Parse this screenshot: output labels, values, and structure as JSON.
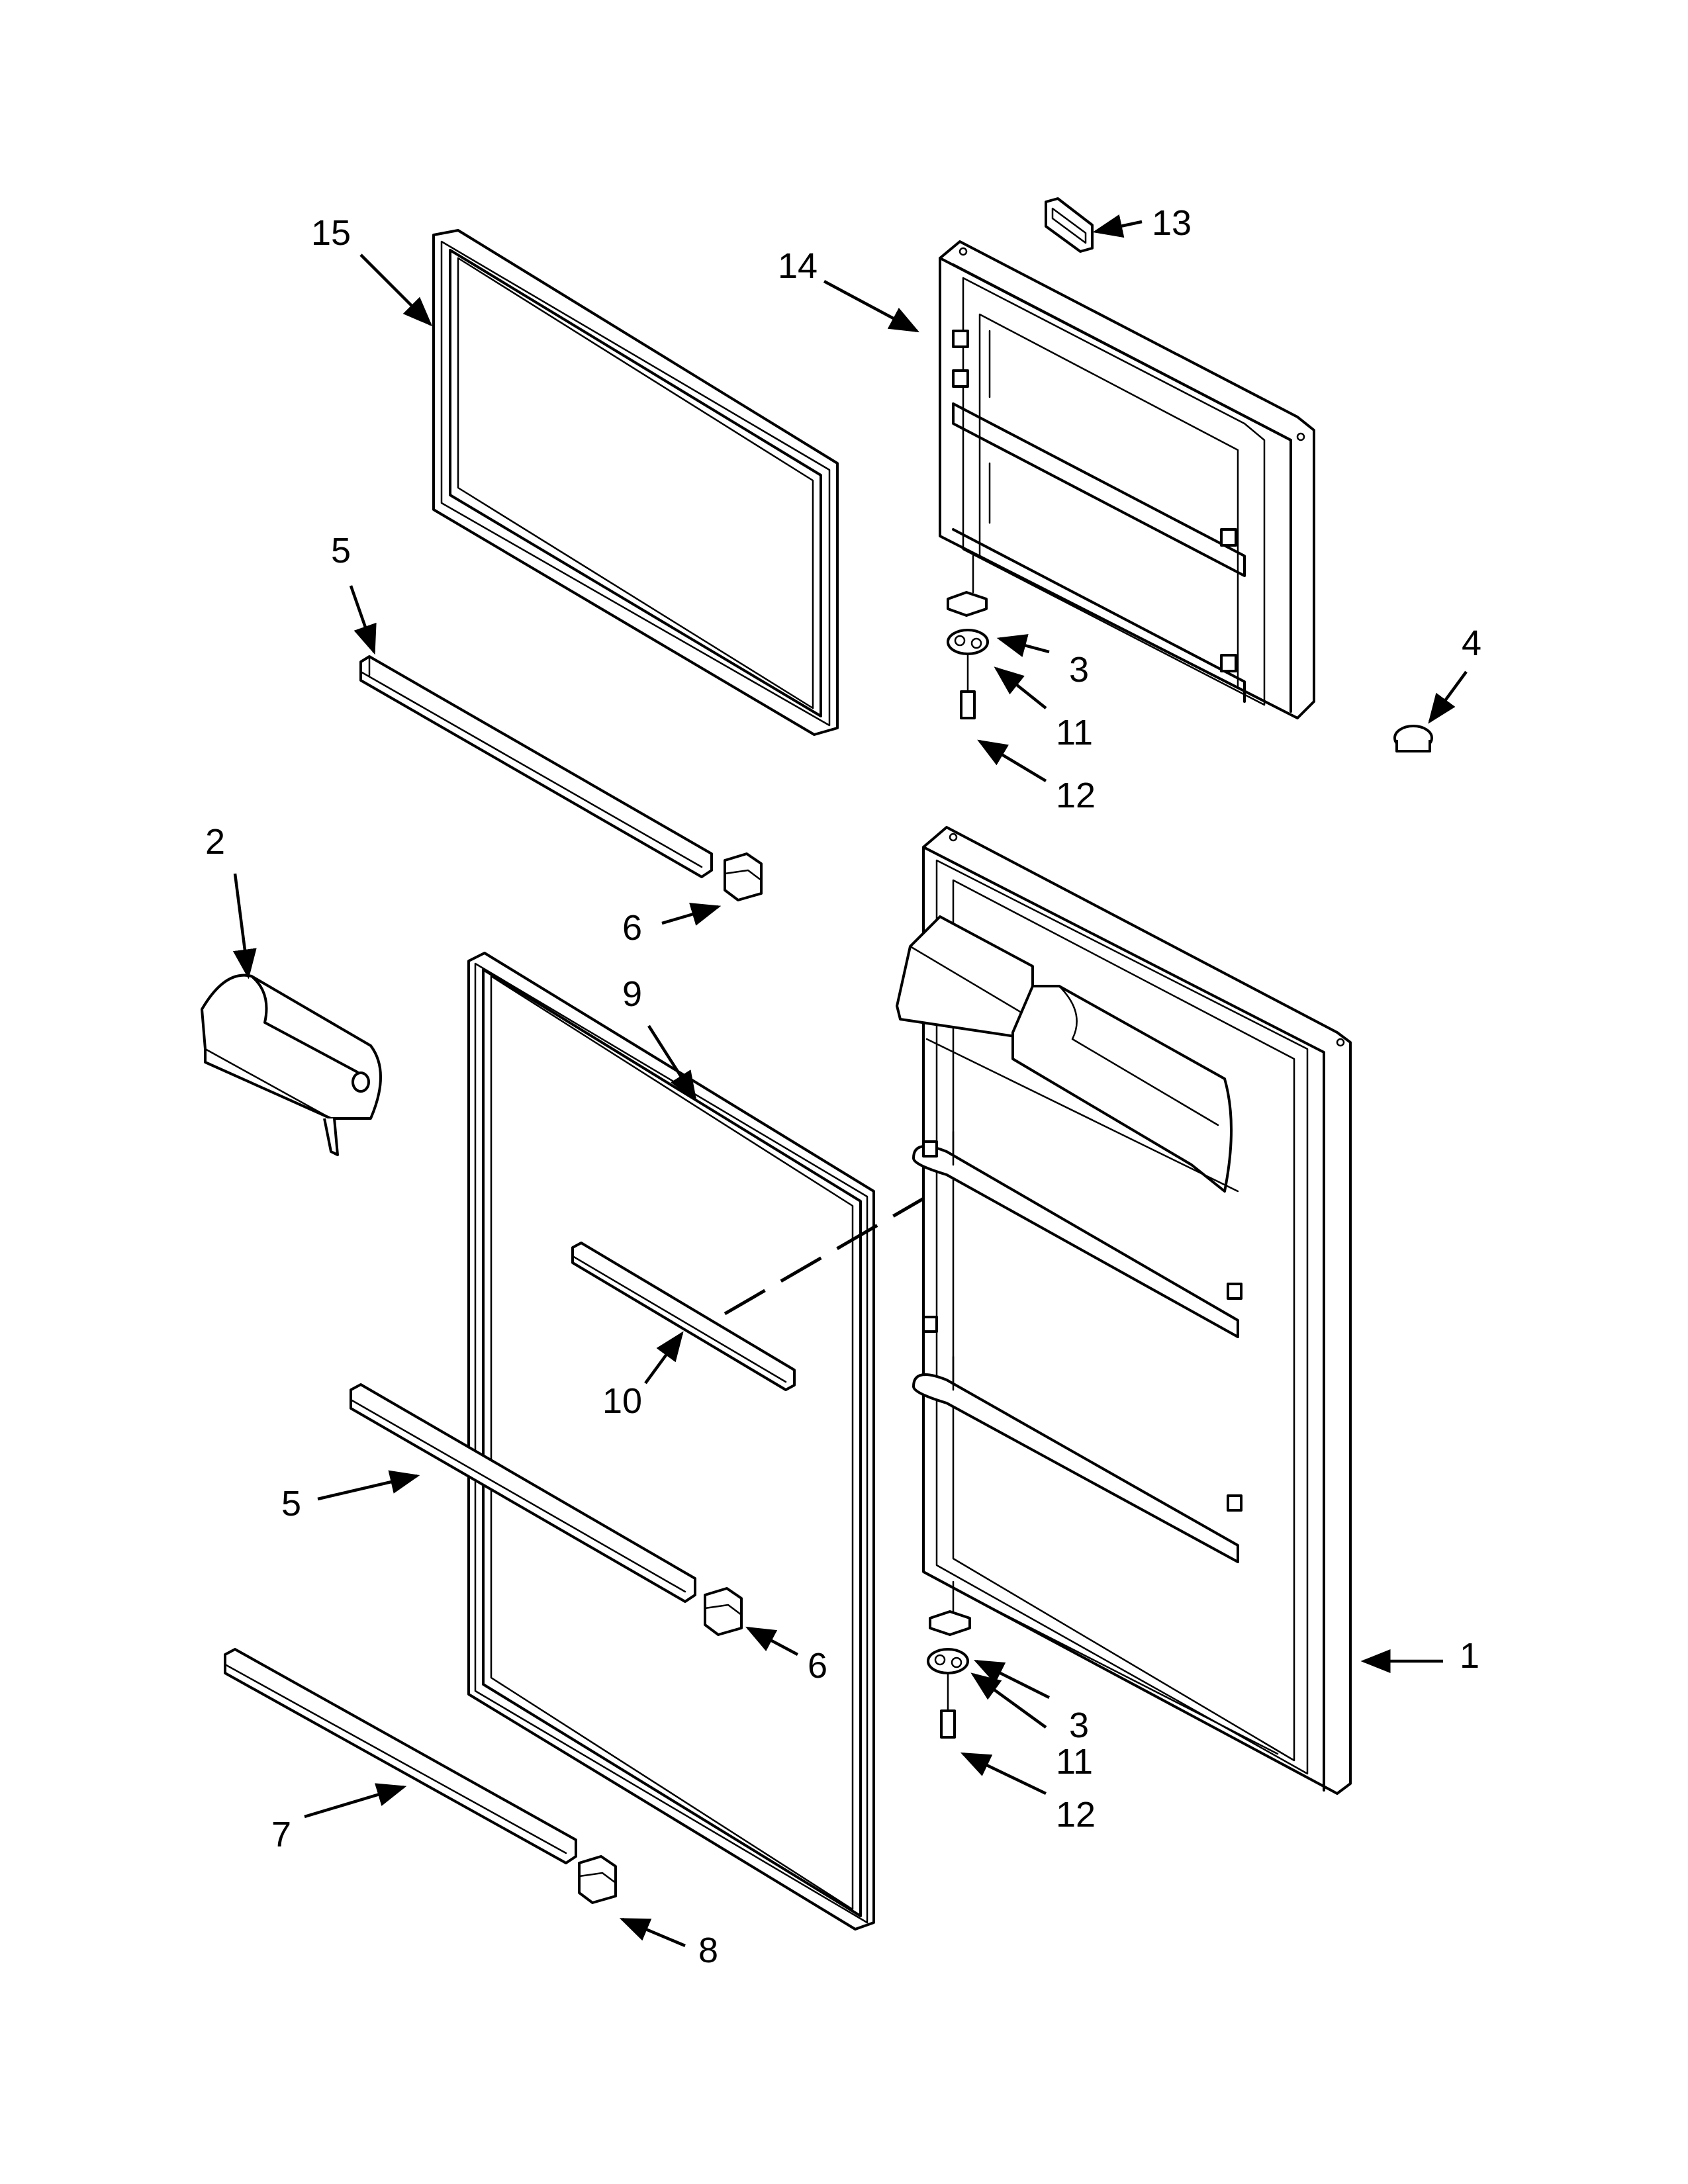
{
  "callouts": [
    {
      "label": "1"
    },
    {
      "label": "2"
    },
    {
      "label": "3"
    },
    {
      "label": "3"
    },
    {
      "label": "4"
    },
    {
      "label": "5"
    },
    {
      "label": "5"
    },
    {
      "label": "6"
    },
    {
      "label": "6"
    },
    {
      "label": "7"
    },
    {
      "label": "8"
    },
    {
      "label": "9"
    },
    {
      "label": "10"
    },
    {
      "label": "11"
    },
    {
      "label": "11"
    },
    {
      "label": "12"
    },
    {
      "label": "12"
    },
    {
      "label": "13"
    },
    {
      "label": "14"
    },
    {
      "label": "15"
    }
  ]
}
